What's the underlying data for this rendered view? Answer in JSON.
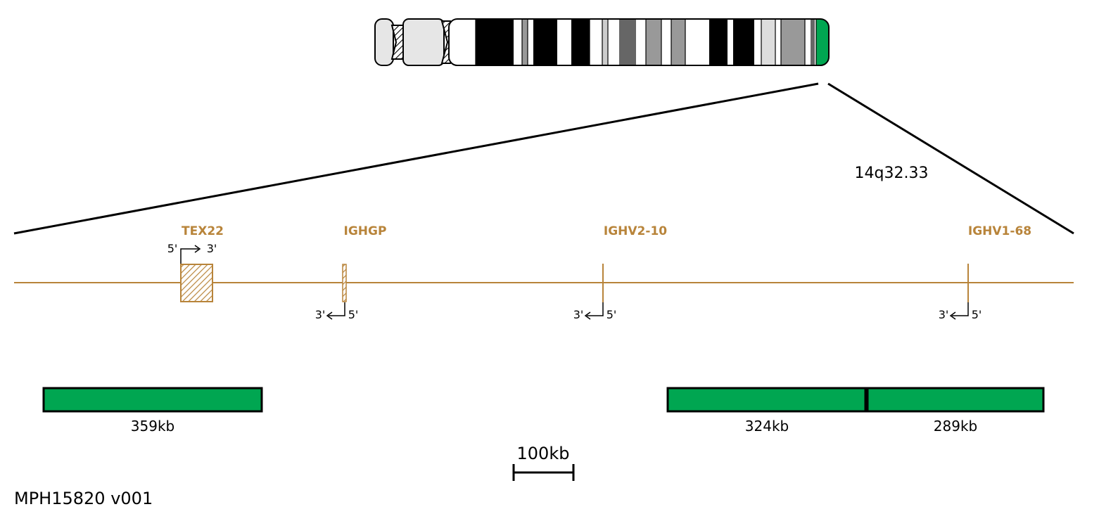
{
  "colors": {
    "gene": "#B8843A",
    "clone_fill": "#00A651",
    "highlight_band": "#00A651",
    "ink": "#000000"
  },
  "chromosome": {
    "highlight_region": "q-terminal (green)"
  },
  "region": {
    "band": "14q32.33"
  },
  "genes": [
    {
      "name": "TEX22",
      "strand_5": "5'",
      "strand_3": "3'"
    },
    {
      "name": "IGHGP",
      "strand_5": "5'",
      "strand_3": "3'"
    },
    {
      "name": "IGHV2-10",
      "strand_5": "5'",
      "strand_3": "3'"
    },
    {
      "name": "IGHV1-68",
      "strand_5": "5'",
      "strand_3": "3'"
    }
  ],
  "clones": [
    {
      "size": "359kb"
    },
    {
      "size": "324kb"
    },
    {
      "size": "289kb"
    }
  ],
  "scale_bar": {
    "label": "100kb"
  },
  "probe": {
    "id": "MPH15820 v001"
  }
}
